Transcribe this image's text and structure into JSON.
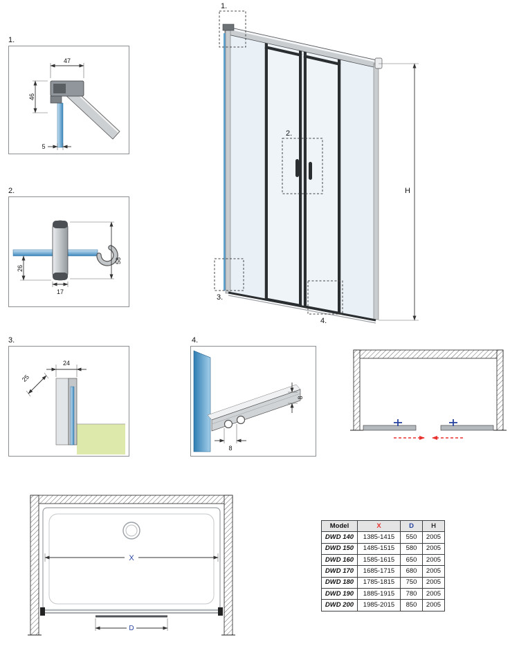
{
  "title": "Sliding shower door technical drawing",
  "callouts": {
    "main_1": "1.",
    "main_2": "2.",
    "main_3": "3.",
    "main_4": "4.",
    "detail_1": "1.",
    "detail_2": "2.",
    "detail_3": "3.",
    "detail_4": "4."
  },
  "dimensions": {
    "detail1": {
      "width": "47",
      "height": "46",
      "glass_thickness": "5"
    },
    "detail2": {
      "depth": "26",
      "knob_width": "17",
      "total_height": "58"
    },
    "detail3": {
      "diagonal": "25",
      "width": "24"
    },
    "detail4": {
      "profile_height": "8",
      "profile_width": "8"
    },
    "main": {
      "height": "H"
    },
    "top_view": {
      "width": "X",
      "door": "D"
    }
  },
  "table": {
    "headers": {
      "model": "Model",
      "x": "X",
      "d": "D",
      "h": "H"
    },
    "rows": [
      {
        "model": "DWD 140",
        "x": "1385-1415",
        "d": "550",
        "h": "2005"
      },
      {
        "model": "DWD 150",
        "x": "1485-1515",
        "d": "580",
        "h": "2005"
      },
      {
        "model": "DWD 160",
        "x": "1585-1615",
        "d": "650",
        "h": "2005"
      },
      {
        "model": "DWD 170",
        "x": "1685-1715",
        "d": "680",
        "h": "2005"
      },
      {
        "model": "DWD 180",
        "x": "1785-1815",
        "d": "750",
        "h": "2005"
      },
      {
        "model": "DWD 190",
        "x": "1885-1915",
        "d": "780",
        "h": "2005"
      },
      {
        "model": "DWD 200",
        "x": "1985-2015",
        "d": "850",
        "h": "2005"
      }
    ]
  },
  "colors": {
    "glass_blue": "#3c88bd",
    "floor_green": "#dde8ab",
    "arrow_red": "#e8322e",
    "label_blue": "#2743a0"
  }
}
